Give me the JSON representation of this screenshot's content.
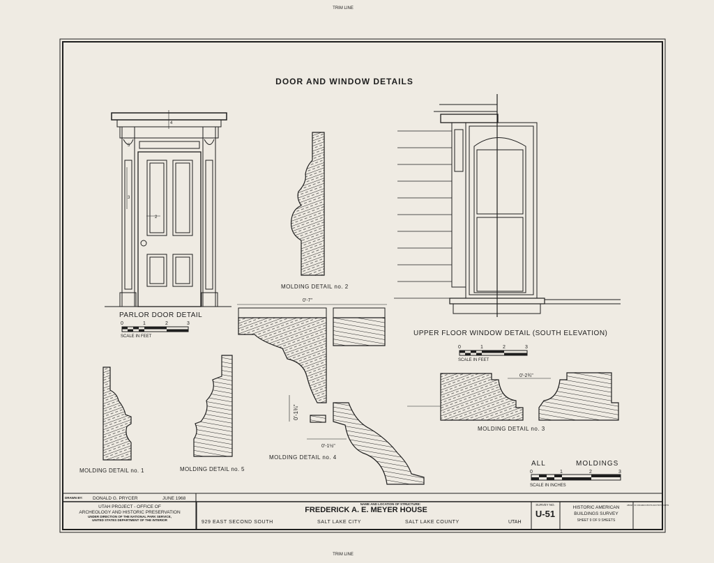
{
  "trim_line_top": "TRIM LINE",
  "trim_line_bottom": "TRIM LINE",
  "sheet_title": "DOOR AND WINDOW DETAILS",
  "drawings": {
    "parlor_door": {
      "label": "PARLOR DOOR DETAIL",
      "callouts": [
        "4",
        "5",
        "3",
        "2"
      ]
    },
    "molding_2": {
      "label": "MOLDING DETAIL no. 2"
    },
    "window": {
      "label": "UPPER FLOOR WINDOW DETAIL (SOUTH ELEVATION)"
    },
    "molding_4": {
      "label": "MOLDING DETAIL no. 4",
      "dim_top": "0'-7\"",
      "dim_side": "0'-1¾\"",
      "dim_bottom": "0'-1½\""
    },
    "molding_3": {
      "label": "MOLDING DETAIL no. 3",
      "dim": "0'-2¾\""
    },
    "molding_1": {
      "label": "MOLDING DETAIL no. 1"
    },
    "molding_5": {
      "label": "MOLDING DETAIL no. 5"
    }
  },
  "scales": {
    "door": {
      "ticks": [
        "0",
        "1",
        "2",
        "3"
      ],
      "caption": "SCALE IN FEET"
    },
    "window": {
      "ticks": [
        "0",
        "1",
        "2",
        "3"
      ],
      "caption": "SCALE IN FEET"
    },
    "moldings": {
      "heading_a": "ALL",
      "heading_b": "MOLDINGS",
      "ticks": [
        "0",
        "1",
        "2",
        "3"
      ],
      "caption": "SCALE IN INCHES"
    }
  },
  "title_block": {
    "drawn_by_label": "DRAWN BY:",
    "drawn_by": "DONALD G. PRYCER",
    "date": "JUNE 1968",
    "org_line1": "UTAH PROJECT - OFFICE OF",
    "org_line2": "ARCHEOLOGY AND HISTORIC PRESERVATION",
    "org_line3": "UNDER DIRECTION OF THE NATIONAL PARK SERVICE,",
    "org_line4": "UNITED STATES DEPARTMENT OF THE INTERIOR",
    "structure_label": "NAME AND LOCATION OF STRUCTURE:",
    "structure_name": "FREDERICK A. E. MEYER HOUSE",
    "address": "929 EAST SECOND SOUTH",
    "city": "SALT LAKE CITY",
    "county": "SALT LAKE COUNTY",
    "state": "UTAH",
    "survey_no_label": "SURVEY NO.",
    "survey_no": "U-51",
    "habs_line1": "HISTORIC AMERICAN",
    "habs_line2": "BUILDINGS SURVEY",
    "sheet_info": "SHEET 9 OF 9 SHEETS",
    "loc_stamp": "LIBRARY OF CONGRESS PRINTS AND PHOTOGRAPHS"
  }
}
